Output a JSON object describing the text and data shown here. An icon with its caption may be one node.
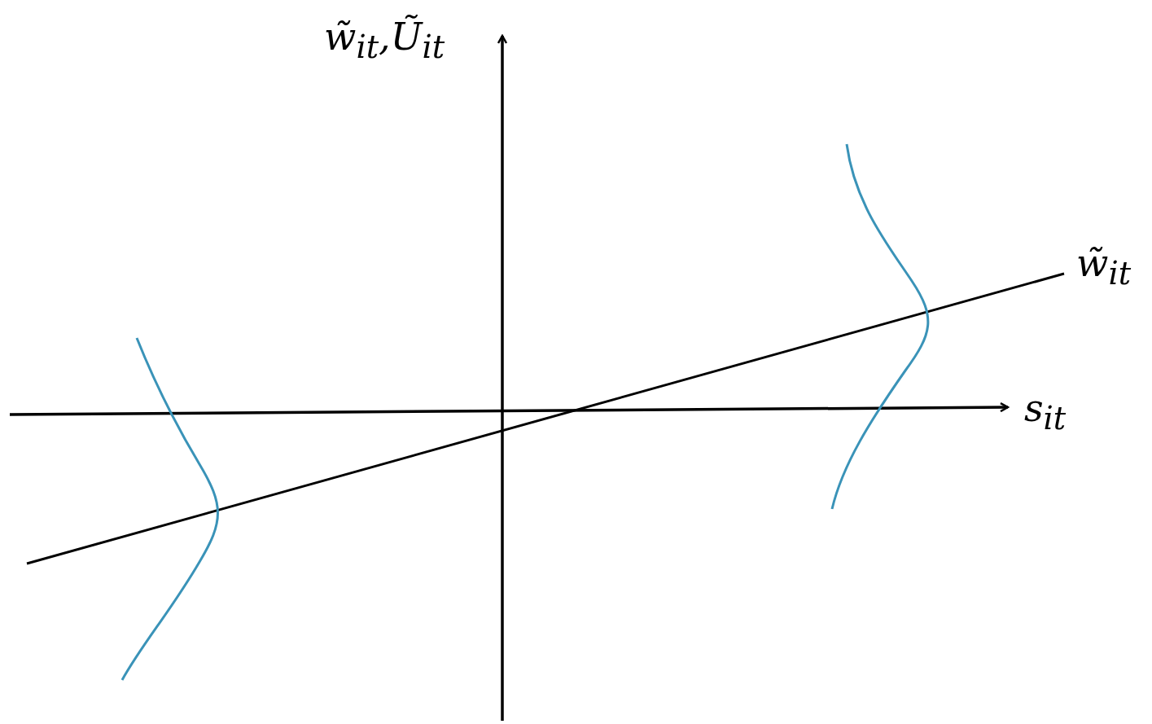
{
  "diagram": {
    "labels": [
      "w̃$_{it}$,Ũ$_{it}$",
      "w̃$_{it}$",
      "s$_{it}$"
    ]
  }
}
